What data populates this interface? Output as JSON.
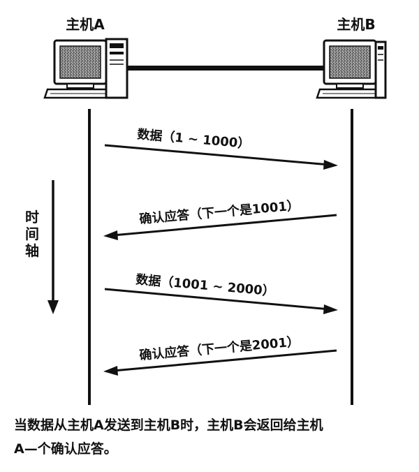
{
  "host_a": {
    "label": "主机A"
  },
  "host_b": {
    "label": "主机B"
  },
  "time_axis": {
    "chars": [
      "时",
      "间",
      "轴"
    ]
  },
  "messages": [
    {
      "label": "数据（1 ~ 1000）",
      "direction": "A-to-B"
    },
    {
      "label": "确认应答（下一个是1001）",
      "direction": "B-to-A"
    },
    {
      "label": "数据（1001 ~ 2000）",
      "direction": "A-to-B"
    },
    {
      "label": "确认应答（下一个是2001）",
      "direction": "B-to-A"
    }
  ],
  "caption": {
    "line1": "当数据从主机A发送到主机B时，主机B会返回给主机",
    "line2": "A—个确认应答。"
  },
  "icons": {
    "computer_a": "desktop-computer-icon",
    "computer_b": "desktop-computer-icon"
  }
}
